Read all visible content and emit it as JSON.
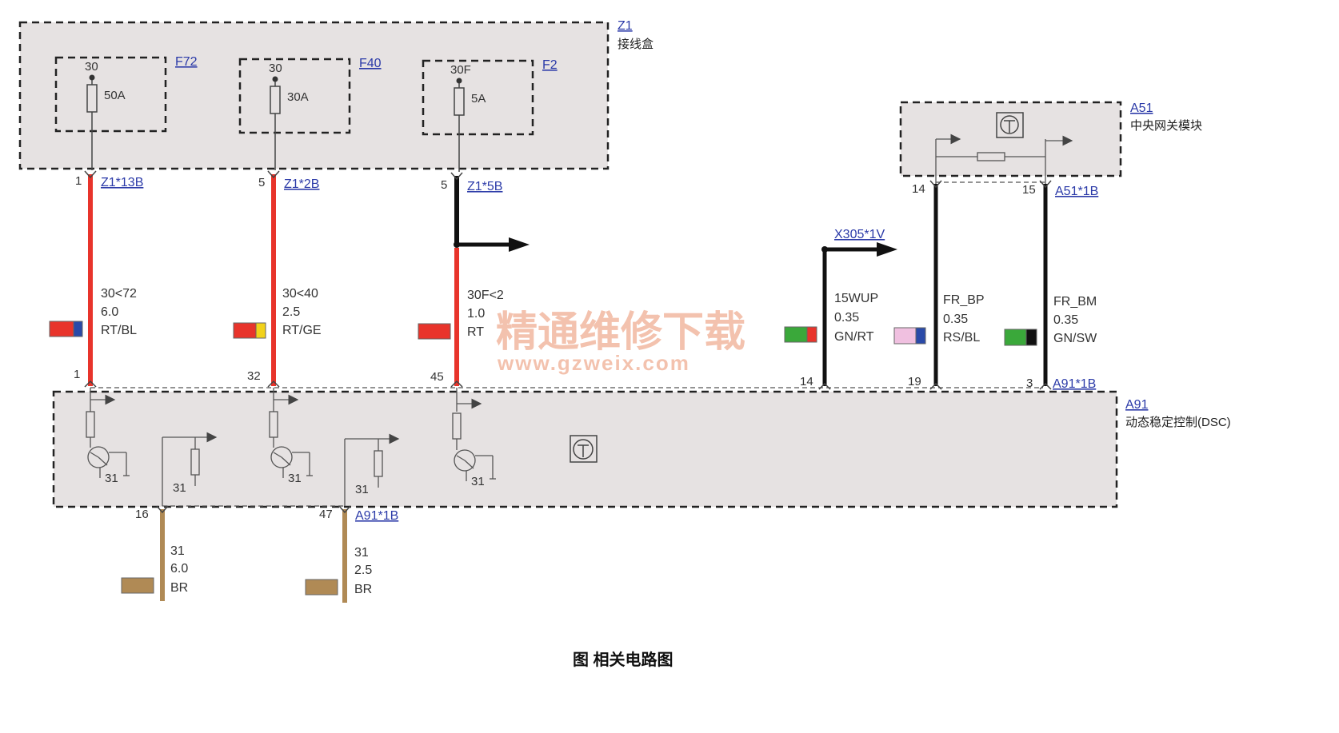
{
  "colors": {
    "red_wire": "#e8342b",
    "black_wire": "#111111",
    "brown_wire": "#b08a55",
    "module_fill": "#e6e2e2",
    "link": "#2b3aa8",
    "watermark": "#f2b8a0"
  },
  "modules": {
    "z1": {
      "ref": "Z1",
      "name": "接线盒"
    },
    "a51": {
      "ref": "A51",
      "name": "中央网关模块"
    },
    "a91": {
      "ref": "A91",
      "name": "动态稳定控制(DSC)"
    }
  },
  "fuses": [
    {
      "ref": "F72",
      "terminal": "30",
      "rating": "50A"
    },
    {
      "ref": "F40",
      "terminal": "30",
      "rating": "30A"
    },
    {
      "ref": "F2",
      "terminal": "30F",
      "rating": "5A"
    }
  ],
  "z1_pins": [
    {
      "pin": "1",
      "connector": "Z1*13B"
    },
    {
      "pin": "5",
      "connector": "Z1*2B"
    },
    {
      "pin": "5",
      "connector": "Z1*5B"
    }
  ],
  "wires": [
    {
      "signal": "30<72",
      "size": "6.0",
      "color_code": "RT/BL",
      "a91_pin": "1"
    },
    {
      "signal": "30<40",
      "size": "2.5",
      "color_code": "RT/GE",
      "a91_pin": "32"
    },
    {
      "signal": "30F<2",
      "size": "1.0",
      "color_code": "RT",
      "a91_pin": "45"
    },
    {
      "signal": "15WUP",
      "size": "0.35",
      "color_code": "GN/RT",
      "a91_pin": "14",
      "from_connector": "X305*1V"
    },
    {
      "signal": "FR_BP",
      "size": "0.35",
      "color_code": "RS/BL",
      "a91_pin": "19",
      "a51_pin": "14"
    },
    {
      "signal": "FR_BM",
      "size": "0.35",
      "color_code": "GN/SW",
      "a91_pin": "3",
      "a51_pin": "15"
    }
  ],
  "a51_connector": "A51*1B",
  "a91_connector": "A91*1B",
  "a91_ground_label": "31",
  "ground_wires": [
    {
      "pin": "16",
      "signal": "31",
      "size": "6.0",
      "color_code": "BR"
    },
    {
      "pin": "47",
      "signal": "31",
      "size": "2.5",
      "color_code": "BR",
      "connector": "A91*1B"
    }
  ],
  "watermark": {
    "cn": "精通维修下载",
    "url": "www.gzweix.com"
  },
  "caption": "图 相关电路图"
}
